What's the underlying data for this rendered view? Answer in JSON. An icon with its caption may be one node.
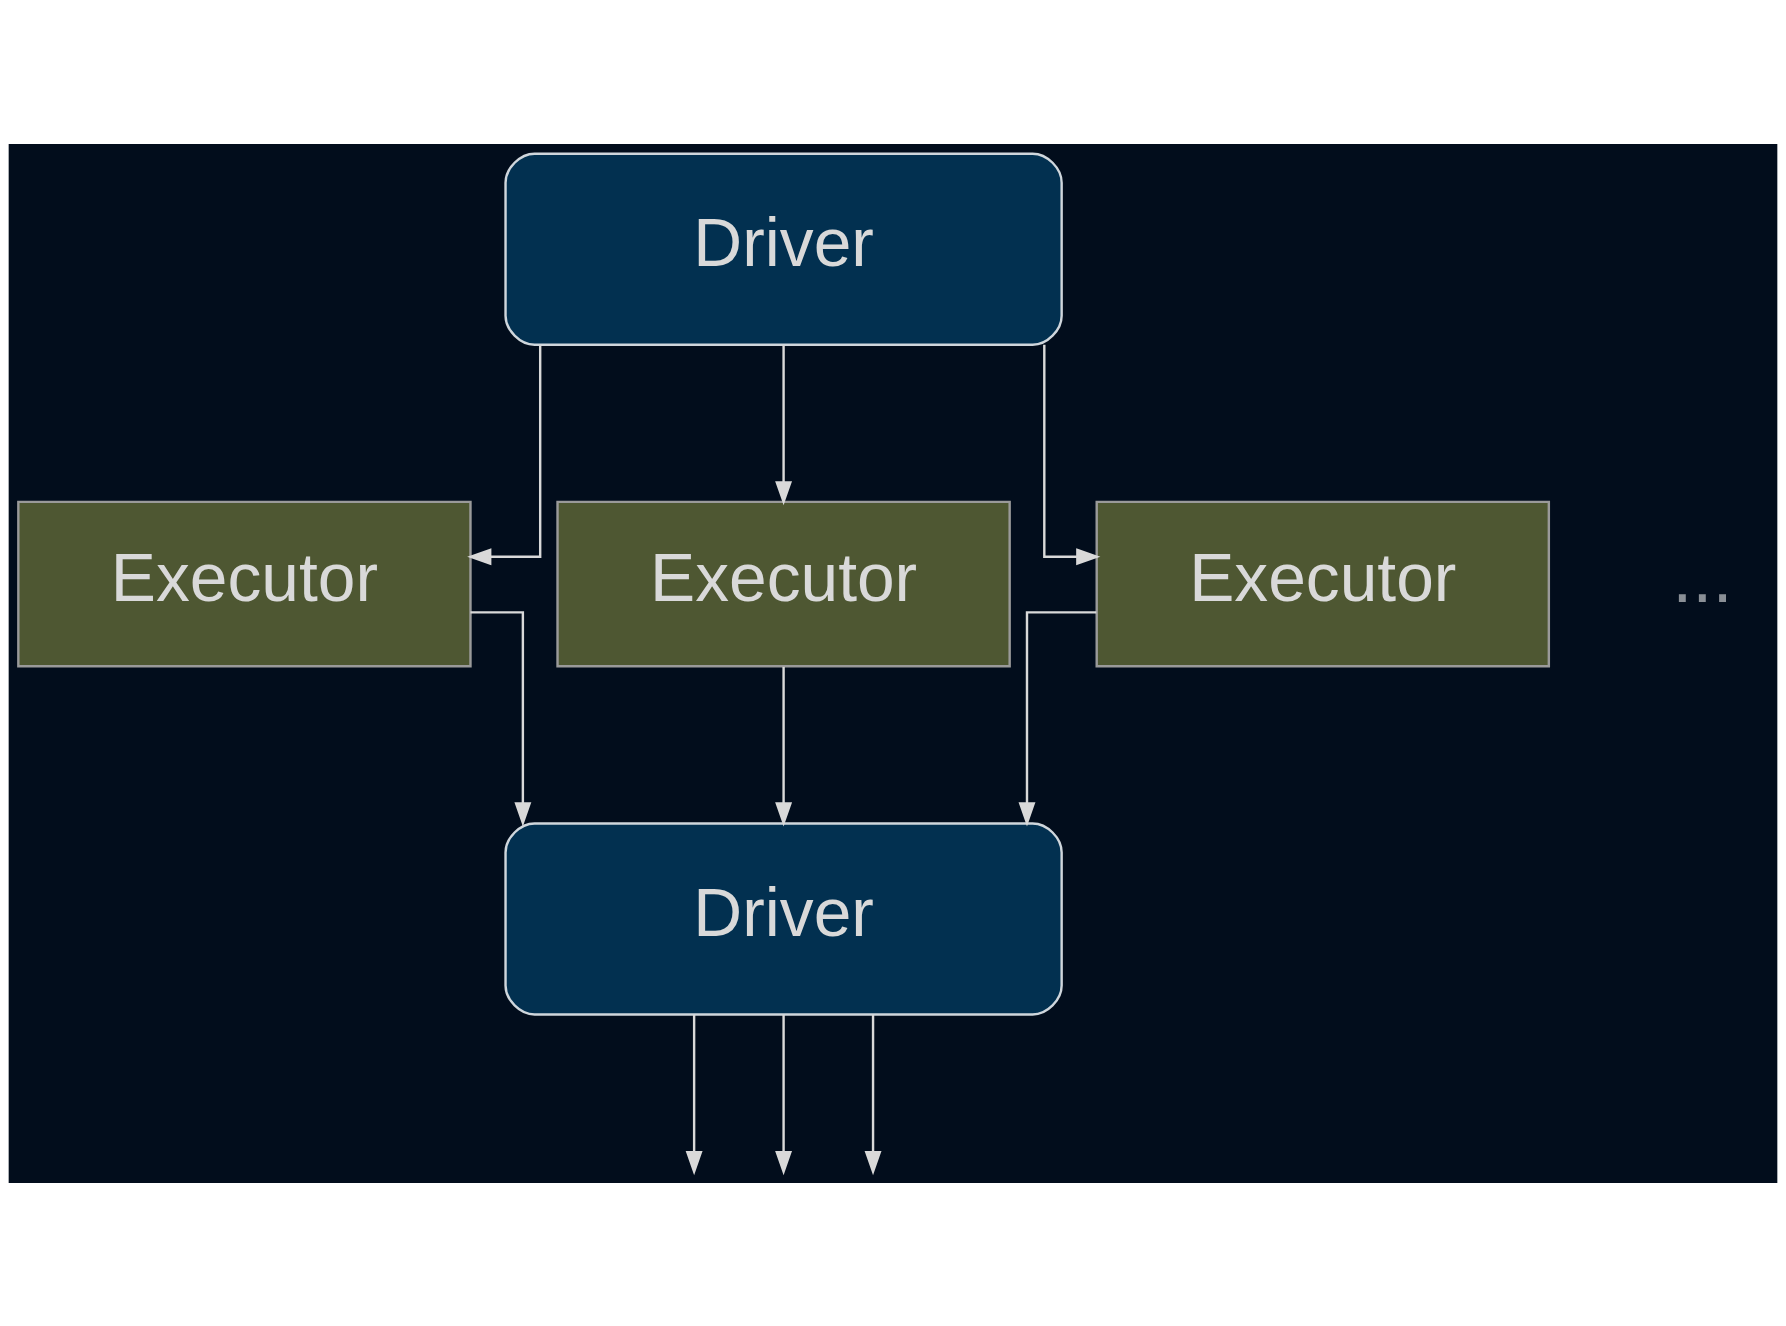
{
  "diagram": {
    "nodes": [
      {
        "text": [
          "Driver"
        ]
      },
      {
        "text": [
          "Executor"
        ]
      },
      {
        "text": [
          "Executor"
        ]
      },
      {
        "text": [
          "Executor"
        ]
      },
      {
        "text": [
          "Driver"
        ]
      }
    ],
    "edges": [
      {
        "from": 0,
        "to": 1,
        "arrow": "to"
      },
      {
        "from": 0,
        "to": 2,
        "arrow": "to"
      },
      {
        "from": 0,
        "to": 3,
        "arrow": "to"
      },
      {
        "from": 1,
        "to": 4,
        "arrow": "to"
      },
      {
        "from": 2,
        "to": 4,
        "arrow": "to"
      },
      {
        "from": 3,
        "to": 4,
        "arrow": "to"
      },
      {
        "from": 4,
        "to": null,
        "arrow": "to"
      },
      {
        "from": 4,
        "to": null,
        "arrow": "to"
      },
      {
        "from": 4,
        "to": null,
        "arrow": "to"
      }
    ],
    "labels": [
      "..."
    ]
  }
}
